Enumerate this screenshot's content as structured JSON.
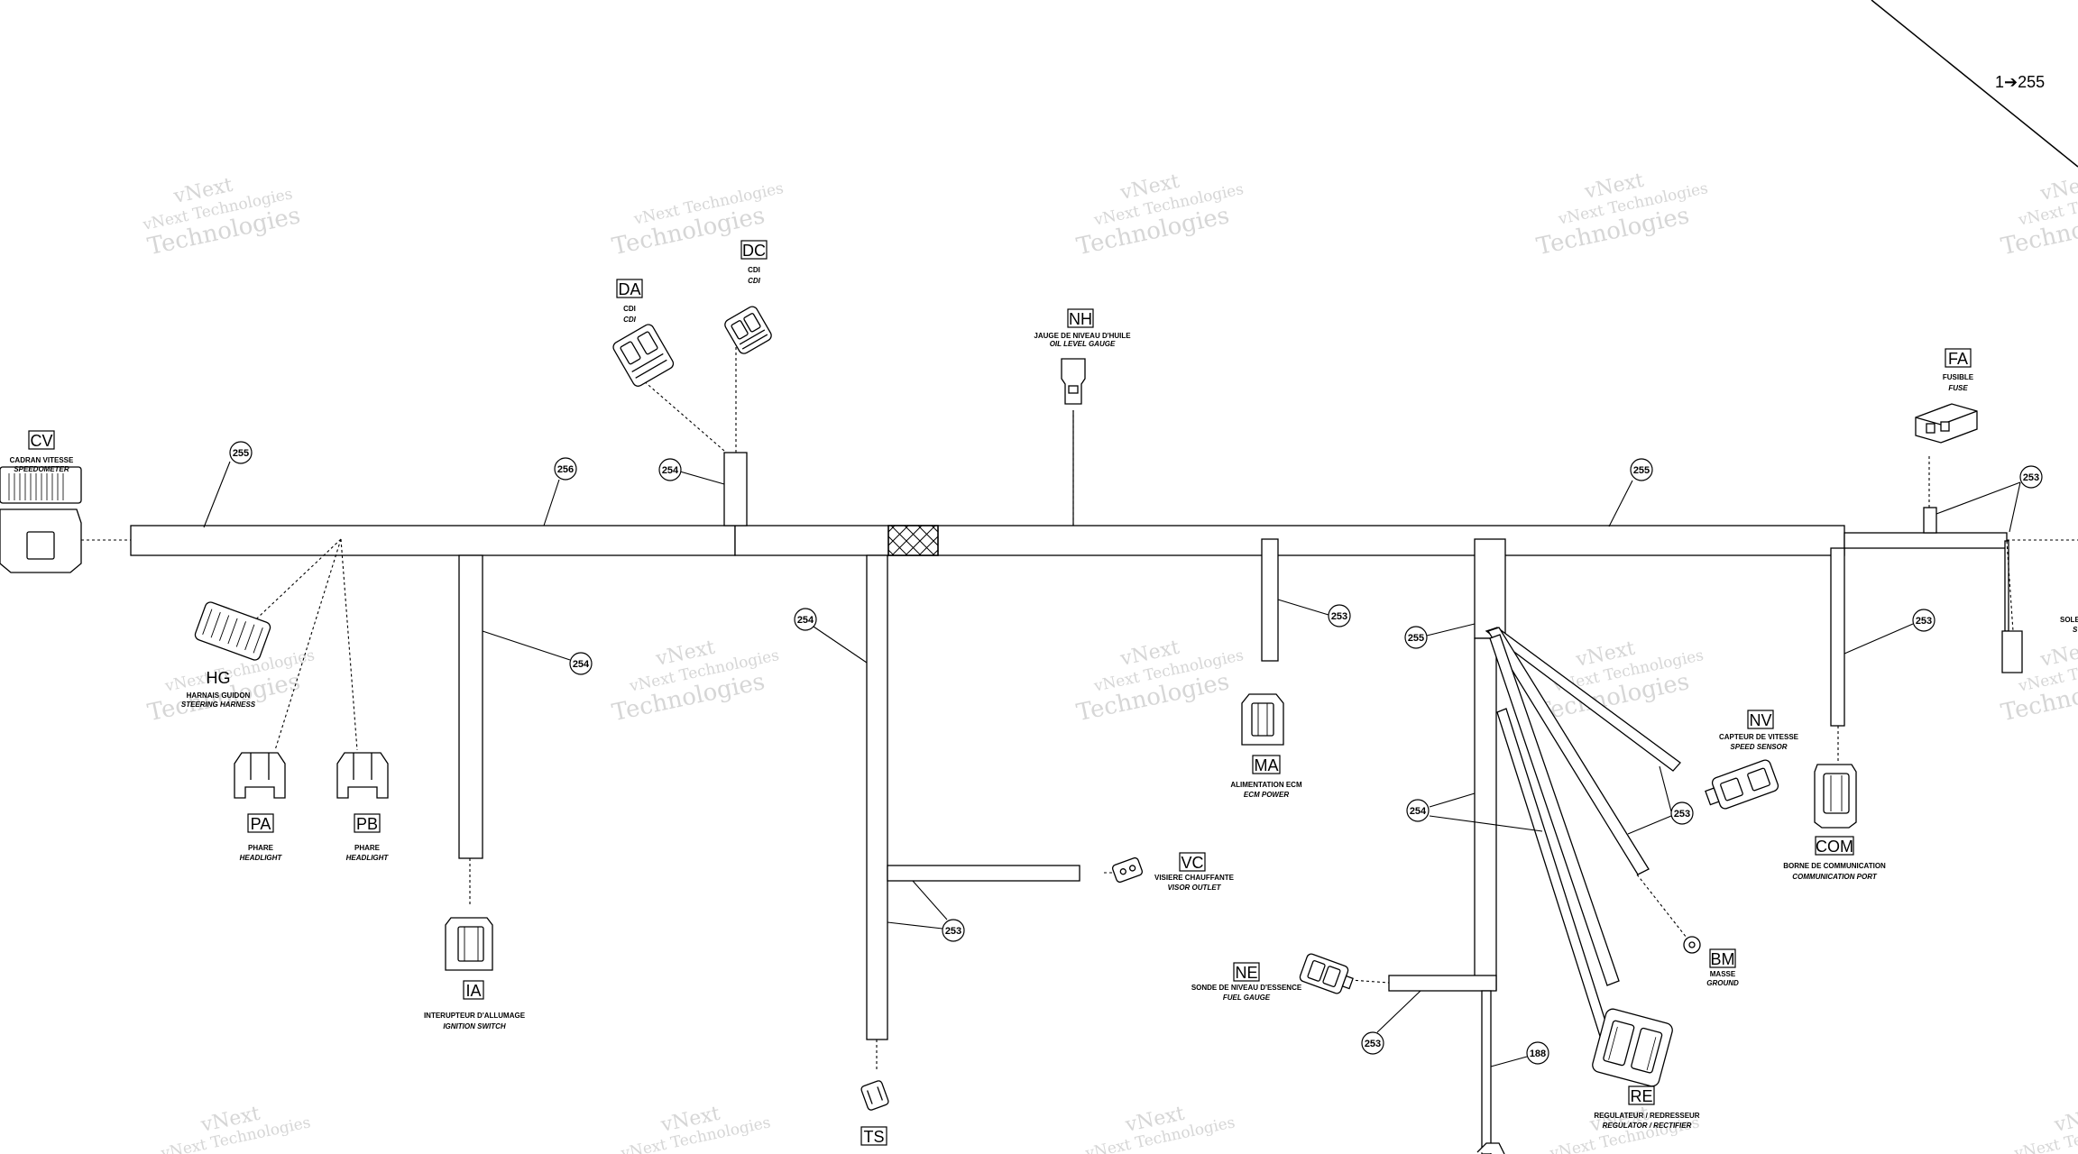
{
  "page_ref": "1➔255",
  "watermark": {
    "line1": "vNext Technologies",
    "line2": "vNext",
    "line3": "Technologies"
  },
  "connectors": [
    {
      "id": "cv",
      "code": "CV",
      "fr": "CADRAN VITESSE",
      "en": "SPEEDOMETER"
    },
    {
      "id": "da",
      "code": "DA",
      "fr": "CDI",
      "en": "CDI"
    },
    {
      "id": "dc",
      "code": "DC",
      "fr": "CDI",
      "en": "CDI"
    },
    {
      "id": "nh",
      "code": "NH",
      "fr": "JAUGE DE NIVEAU D'HUILE",
      "en": "OIL LEVEL GAUGE"
    },
    {
      "id": "fa",
      "code": "FA",
      "fr": "FUSIBLE",
      "en": "FUSE"
    },
    {
      "id": "hg",
      "code": "HG",
      "fr": "HARNAIS GUIDON",
      "en": "STEERING HARNESS"
    },
    {
      "id": "pa",
      "code": "PA",
      "fr": "PHARE",
      "en": "HEADLIGHT"
    },
    {
      "id": "pb",
      "code": "PB",
      "fr": "PHARE",
      "en": "HEADLIGHT"
    },
    {
      "id": "ia",
      "code": "IA",
      "fr": "INTERUPTEUR D'ALLUMAGE",
      "en": "IGNITION SWITCH"
    },
    {
      "id": "ts",
      "code": "TS",
      "fr": "",
      "en": ""
    },
    {
      "id": "vc",
      "code": "VC",
      "fr": "VISIERE CHAUFFANTE",
      "en": "VISOR OUTLET"
    },
    {
      "id": "ma",
      "code": "MA",
      "fr": "ALIMENTATION ECM",
      "en": "ECM POWER"
    },
    {
      "id": "ne",
      "code": "NE",
      "fr": "SONDE DE NIVEAU D'ESSENCE",
      "en": "FUEL GAUGE"
    },
    {
      "id": "nv",
      "code": "NV",
      "fr": "CAPTEUR DE VITESSE",
      "en": "SPEED SENSOR"
    },
    {
      "id": "bm",
      "code": "BM",
      "fr": "MASSE",
      "en": "GROUND"
    },
    {
      "id": "re",
      "code": "RE",
      "fr": "REGULATEUR / REDRESSEUR",
      "en": "REGULATOR / RECTIFIER"
    },
    {
      "id": "com",
      "code": "COM",
      "fr": "BORNE DE COMMUNICATION",
      "en": "COMMUNICATION PORT"
    },
    {
      "id": "sol",
      "code": "",
      "fr": "SOLE",
      "en": "S"
    }
  ],
  "callouts": [
    {
      "id": "c255a",
      "value": "255"
    },
    {
      "id": "c256",
      "value": "256"
    },
    {
      "id": "c254a",
      "value": "254"
    },
    {
      "id": "c255b",
      "value": "255"
    },
    {
      "id": "c253a",
      "value": "253"
    },
    {
      "id": "c254b",
      "value": "254"
    },
    {
      "id": "c254c",
      "value": "254"
    },
    {
      "id": "c253b",
      "value": "253"
    },
    {
      "id": "c255c",
      "value": "255"
    },
    {
      "id": "c253c",
      "value": "253"
    },
    {
      "id": "c254d",
      "value": "254"
    },
    {
      "id": "c253d",
      "value": "253"
    },
    {
      "id": "c253e",
      "value": "253"
    },
    {
      "id": "c253f",
      "value": "253"
    },
    {
      "id": "c188",
      "value": "188"
    }
  ]
}
